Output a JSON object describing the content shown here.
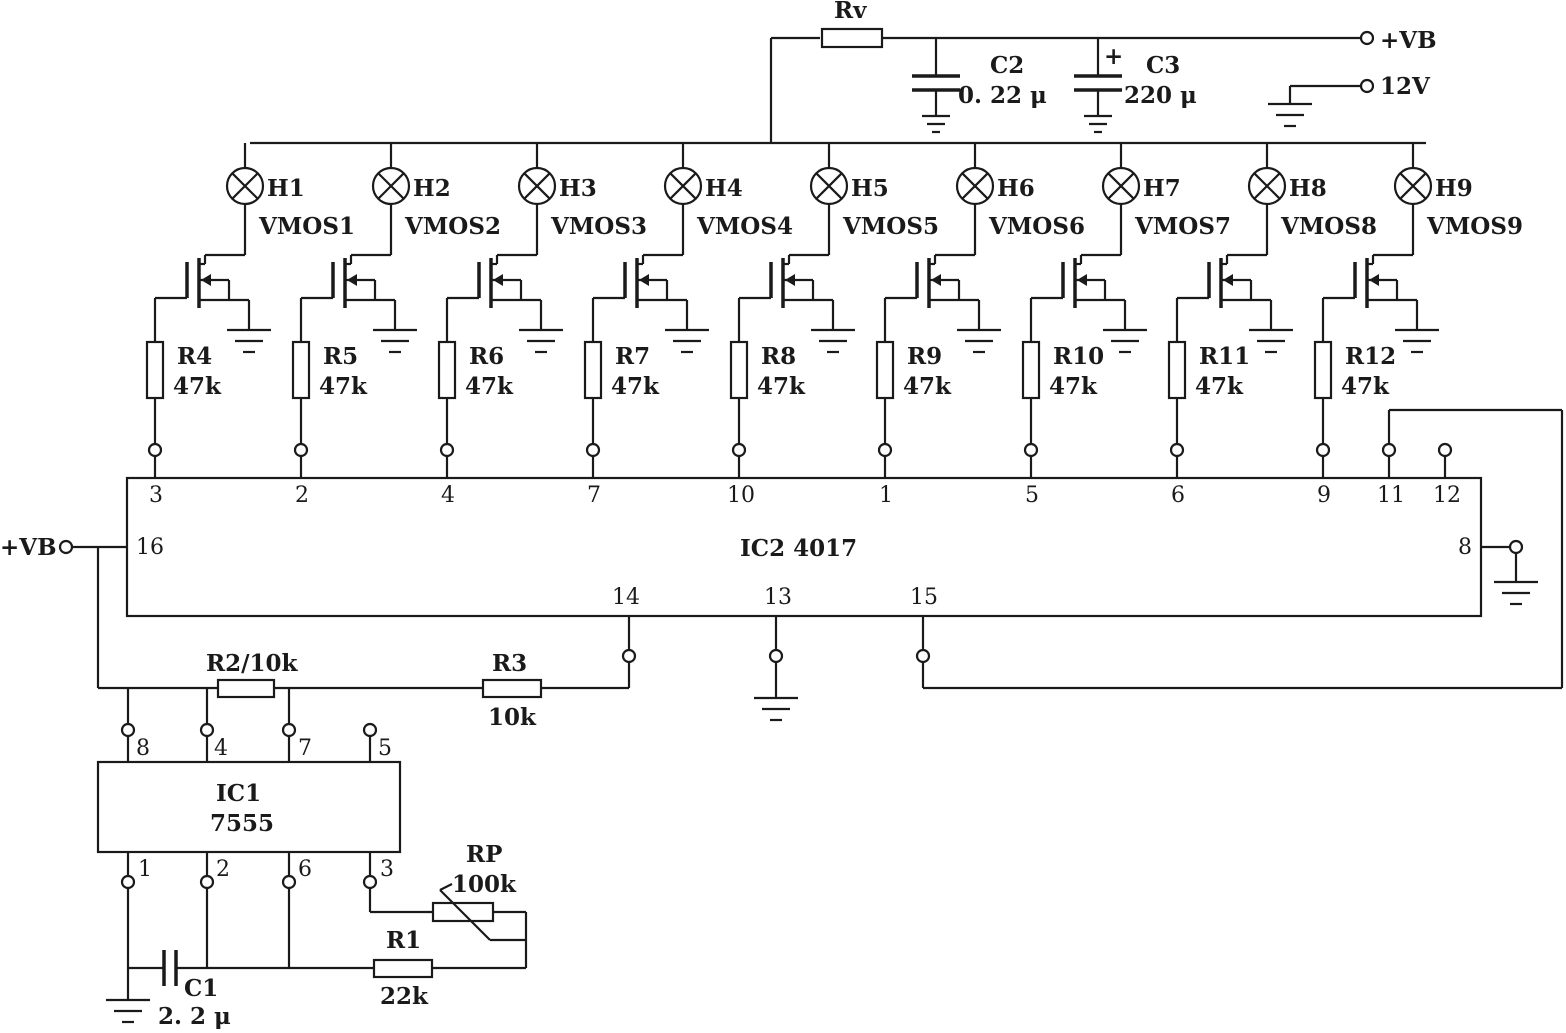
{
  "supply": {
    "vb_label": "+VB",
    "v12_label": "12V"
  },
  "rv": {
    "label": "Rv"
  },
  "c2": {
    "name": "C2",
    "value": "0. 22 μ"
  },
  "c3": {
    "name": "C3",
    "value": "220 μ",
    "plus": "+"
  },
  "channels": [
    {
      "lamp": "H1",
      "fet": "VMOS1",
      "res": "R4",
      "val": "47k",
      "pin": "3"
    },
    {
      "lamp": "H2",
      "fet": "VMOS2",
      "res": "R5",
      "val": "47k",
      "pin": "2"
    },
    {
      "lamp": "H3",
      "fet": "VMOS3",
      "res": "R6",
      "val": "47k",
      "pin": "4"
    },
    {
      "lamp": "H4",
      "fet": "VMOS4",
      "res": "R7",
      "val": "47k",
      "pin": "7"
    },
    {
      "lamp": "H5",
      "fet": "VMOS5",
      "res": "R8",
      "val": "47k",
      "pin": "10"
    },
    {
      "lamp": "H6",
      "fet": "VMOS6",
      "res": "R9",
      "val": "47k",
      "pin": "1"
    },
    {
      "lamp": "H7",
      "fet": "VMOS7",
      "res": "R10",
      "val": "47k",
      "pin": "5"
    },
    {
      "lamp": "H8",
      "fet": "VMOS8",
      "res": "R11",
      "val": "47k",
      "pin": "6"
    },
    {
      "lamp": "H9",
      "fet": "VMOS9",
      "res": "R12",
      "val": "47k",
      "pin": "9"
    }
  ],
  "ic2": {
    "label": "IC2  4017",
    "pins": {
      "p11": "11",
      "p12": "12",
      "p16": "16",
      "p8": "8",
      "p14": "14",
      "p13": "13",
      "p15": "15"
    }
  },
  "r2": {
    "label": "R2/10k"
  },
  "r3": {
    "name": "R3",
    "value": "10k"
  },
  "ic1": {
    "name": "IC1",
    "part": "7555",
    "pins": {
      "p8": "8",
      "p4": "4",
      "p7": "7",
      "p5": "5",
      "p1": "1",
      "p2": "2",
      "p6": "6",
      "p3": "3"
    }
  },
  "rp": {
    "name": "RP",
    "value": "100k"
  },
  "r1": {
    "name": "R1",
    "value": "22k"
  },
  "c1": {
    "name": "C1",
    "value": "2. 2 μ"
  }
}
